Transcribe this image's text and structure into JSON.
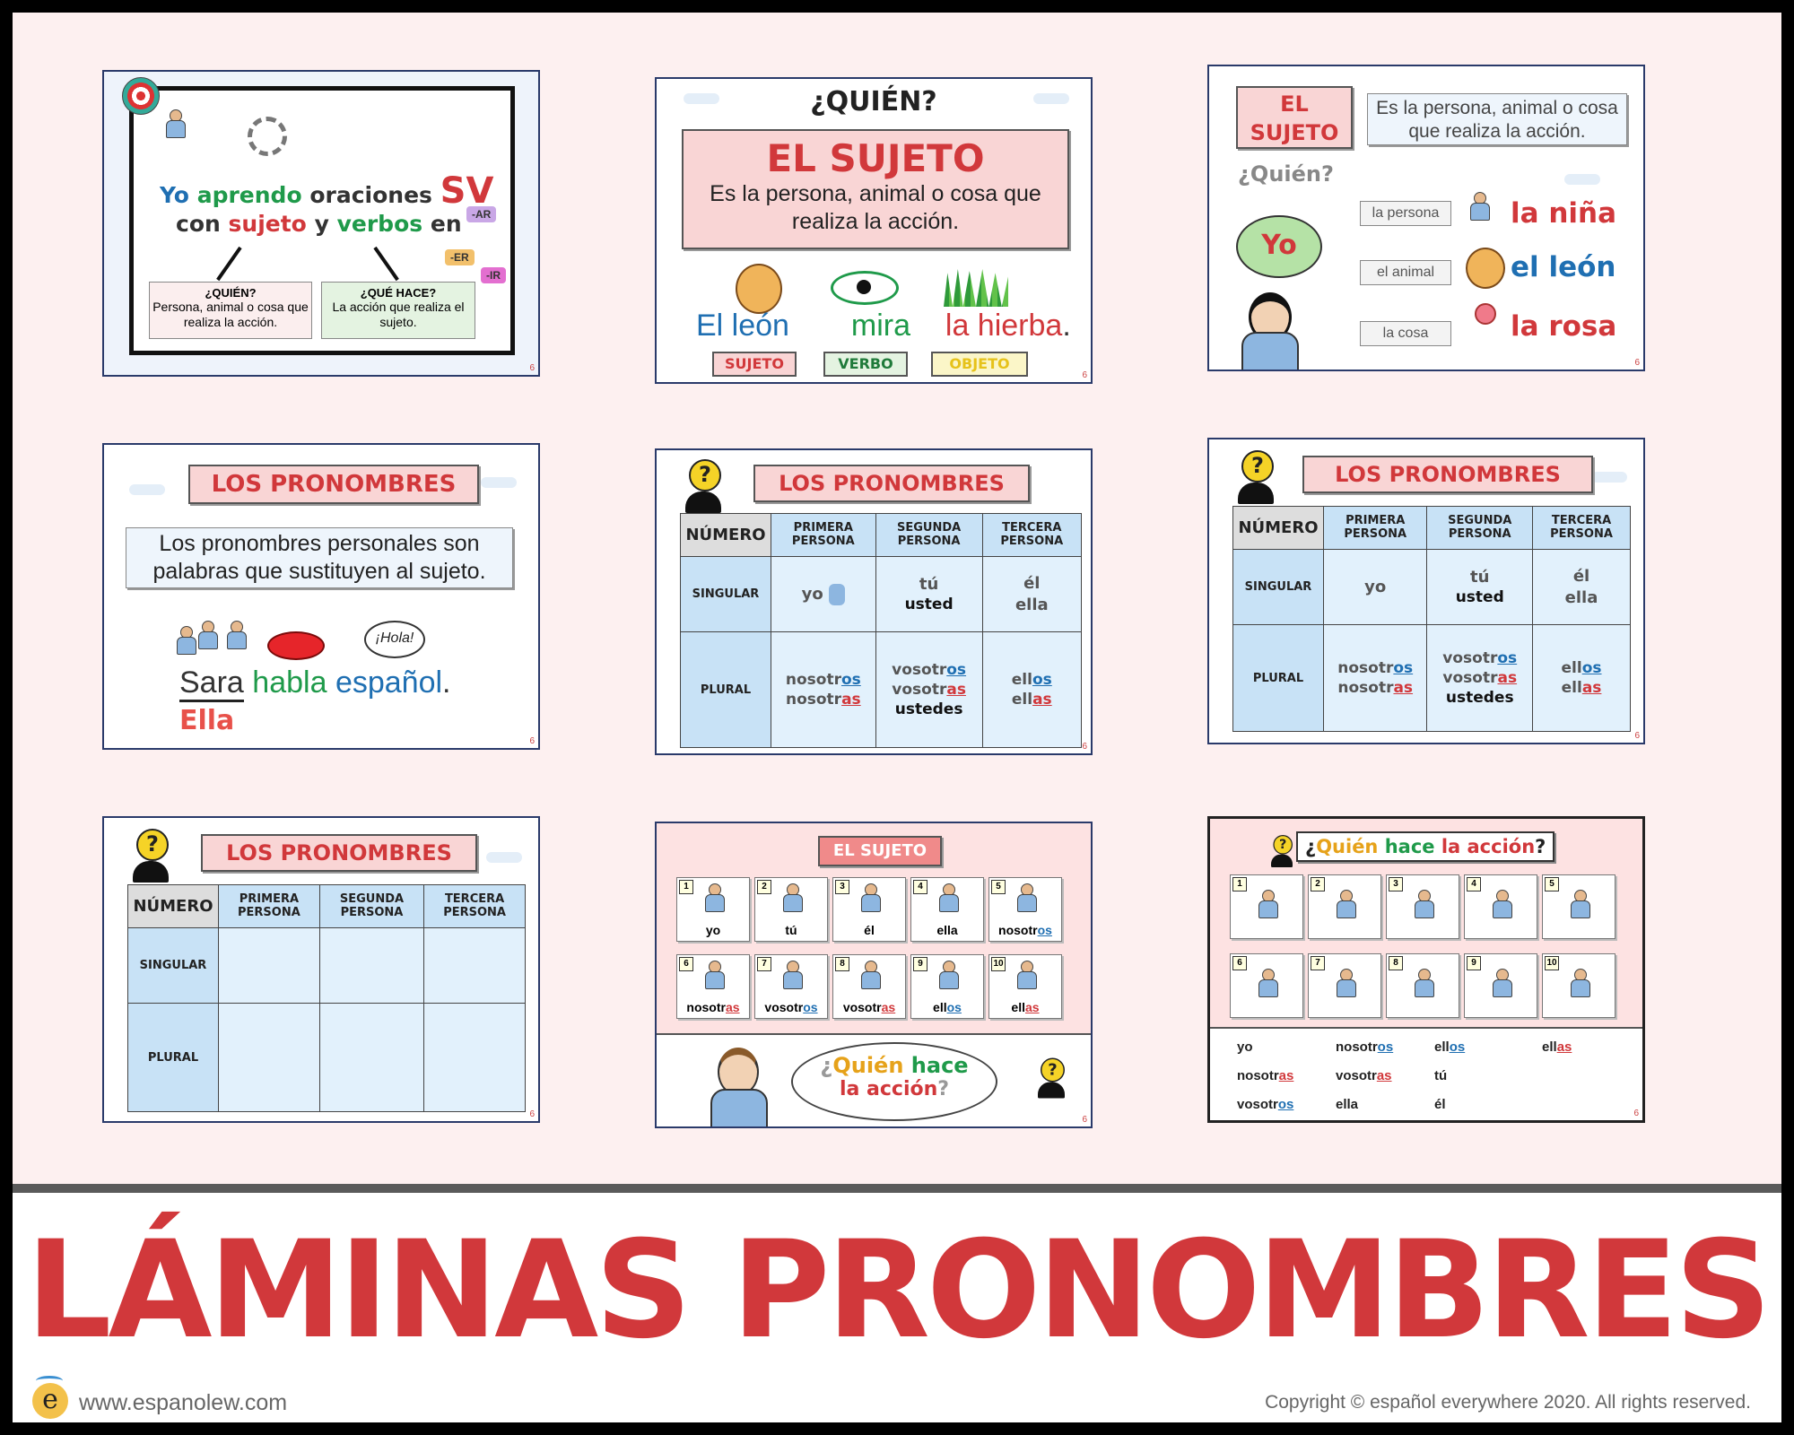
{
  "title": "LÁMINAS PRONOMBRES",
  "footer": {
    "website": "www.espanolew.com",
    "copyright": "Copyright © español everywhere 2020. All rights reserved.",
    "logo_letter": "e"
  },
  "page_number_mark": "6",
  "slide1": {
    "line1": [
      "Yo",
      "aprendo",
      "oraciones",
      "SV"
    ],
    "line2": [
      "con",
      "sujeto",
      "y",
      "verbos",
      "en"
    ],
    "badges": [
      "-AR",
      "-ER",
      "-IR"
    ],
    "box_quien_title": "¿QUIÉN?",
    "box_quien_text": "Persona, animal o cosa que realiza la acción.",
    "box_hace_title": "¿QUÉ HACE?",
    "box_hace_text": "La acción que realiza el sujeto."
  },
  "slide2": {
    "question": "¿QUIÉN?",
    "banner": "EL SUJETO",
    "definition": "Es la persona, animal o cosa que realiza la acción.",
    "sentence": [
      "El león",
      "mira",
      "la hierba",
      "."
    ],
    "tags": [
      "SUJETO",
      "VERBO",
      "OBJETO"
    ]
  },
  "slide3": {
    "banner": "EL SUJETO",
    "definition": "Es la persona, animal o cosa que realiza la acción.",
    "question": "¿Quién?",
    "bubble": "Yo",
    "rows": [
      {
        "label": "la persona",
        "word": "la niña"
      },
      {
        "label": "el animal",
        "word": "el león"
      },
      {
        "label": "la cosa",
        "word": "la rosa"
      }
    ]
  },
  "slide4": {
    "banner": "LOS PRONOMBRES",
    "definition": "Los pronombres personales son palabras que sustituyen al sujeto.",
    "bubble": "¡Hola!",
    "sentence": [
      "Sara",
      "habla",
      "español",
      "."
    ],
    "replacement": "Ella"
  },
  "pron_table": {
    "banner": "LOS PRONOMBRES",
    "header": [
      "NÚMERO",
      "PRIMERA PERSONA",
      "SEGUNDA PERSONA",
      "TERCERA PERSONA"
    ],
    "rows": [
      "SINGULAR",
      "PLURAL"
    ],
    "singular": {
      "first": "yo",
      "second": [
        "tú",
        "usted"
      ],
      "third": [
        "él",
        "ella"
      ]
    },
    "plural": {
      "first": [
        [
          "nosotr",
          "os"
        ],
        [
          "nosotr",
          "as"
        ]
      ],
      "second": [
        [
          "vosotr",
          "os"
        ],
        [
          "vosotr",
          "as"
        ],
        [
          "ustedes",
          ""
        ]
      ],
      "third": [
        [
          "ell",
          "os"
        ],
        [
          "ell",
          "as"
        ]
      ]
    }
  },
  "slide8": {
    "banner": "EL SUJETO",
    "cards": [
      {
        "n": "1",
        "base": "yo",
        "suffix": ""
      },
      {
        "n": "2",
        "base": "tú",
        "suffix": ""
      },
      {
        "n": "3",
        "base": "él",
        "suffix": ""
      },
      {
        "n": "4",
        "base": "ella",
        "suffix": ""
      },
      {
        "n": "5",
        "base": "nosotr",
        "suffix": "os"
      },
      {
        "n": "6",
        "base": "nosotr",
        "suffix": "as"
      },
      {
        "n": "7",
        "base": "vosotr",
        "suffix": "os"
      },
      {
        "n": "8",
        "base": "vosotr",
        "suffix": "as"
      },
      {
        "n": "9",
        "base": "ell",
        "suffix": "os"
      },
      {
        "n": "10",
        "base": "ell",
        "suffix": "as"
      }
    ],
    "bubble_line1": [
      "¿",
      "Quién",
      "hace"
    ],
    "bubble_line2": [
      "la acción",
      "?"
    ]
  },
  "slide9": {
    "title_parts": [
      "¿",
      "Quién",
      "hace",
      "la acción",
      "?"
    ],
    "numbers": [
      "1",
      "2",
      "3",
      "4",
      "5",
      "6",
      "7",
      "8",
      "9",
      "10"
    ],
    "word_bank": [
      [
        [
          "yo",
          ""
        ],
        [
          "nosotr",
          "os"
        ],
        [
          "ell",
          "os"
        ],
        [
          "ell",
          "as"
        ]
      ],
      [
        [
          "nosotr",
          "as"
        ],
        [
          "vosotr",
          "as"
        ],
        [
          "tú",
          ""
        ]
      ],
      [
        [
          "vosotr",
          "os"
        ],
        [
          "ella",
          ""
        ],
        [
          "él",
          ""
        ]
      ]
    ]
  }
}
